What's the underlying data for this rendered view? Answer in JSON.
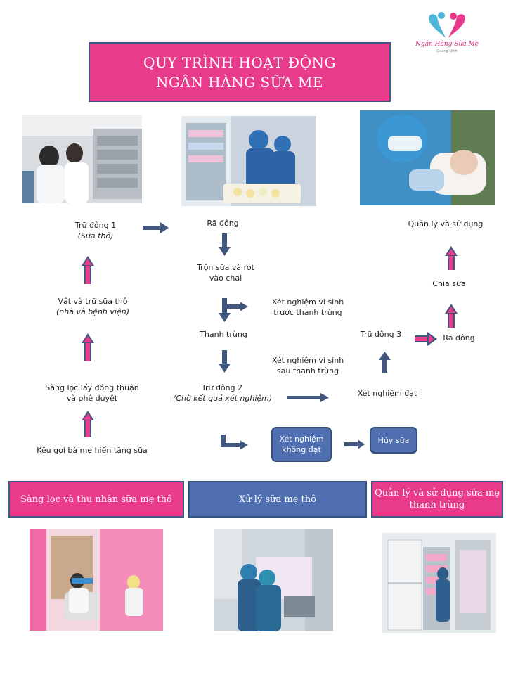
{
  "header": {
    "title_line1": "QUY TRÌNH HOẠT ĐỘNG",
    "title_line2": "NGÂN HÀNG SỮA MẸ"
  },
  "logo": {
    "name": "Ngân Hàng Sữa Mẹ",
    "sub": "Quảng Ninh"
  },
  "flow": {
    "left": {
      "tru_dong_1": "Trữ đông 1",
      "tru_dong_1_note": "(Sữa thô)",
      "vat_tru": "Vắt và trữ sữa thô",
      "vat_tru_note": "(nhà và bệnh viện)",
      "sang_loc_1": "Sàng lọc lấy đồng thuận",
      "sang_loc_2": "và phê duyệt",
      "keu_goi": "Kêu gọi bà mẹ hiến tặng sữa"
    },
    "middle": {
      "ra_dong": "Rã đông",
      "tron_1": "Trộn sữa và rót",
      "tron_2": "vào chai",
      "xn_truoc_1": "Xét nghiệm vi sinh",
      "xn_truoc_2": "trước thanh trùng",
      "thanh_trung": "Thanh trùng",
      "xn_sau_1": "Xét nghiệm vi sinh",
      "xn_sau_2": "sau thanh trùng",
      "tru_dong_2": "Trữ đông 2",
      "tru_dong_2_note": "(Chờ kết quả xét nghiệm)",
      "xn_khong_dat_1": "Xét nghiệm",
      "xn_khong_dat_2": "không đạt",
      "huy_sua": "Hủy sữa"
    },
    "right": {
      "quan_ly": "Quản lý và sử dụng",
      "chia_sua": "Chia sữa",
      "tru_dong_3": "Trữ đông 3",
      "ra_dong": "Rã đông",
      "xn_dat": "Xét nghiệm đạt"
    }
  },
  "stages": {
    "stage1": "Sàng lọc và thu nhận sữa mẹ thô",
    "stage2": "Xử lý sữa mẹ thô",
    "stage3_line1": "Quản lý và sử dụng sữa mẹ",
    "stage3_line2": "thanh trùng"
  },
  "colors": {
    "pink": "#e83b8c",
    "blue": "#4f6fb0",
    "arrow_blue": "#41577f",
    "border": "#41577f"
  }
}
